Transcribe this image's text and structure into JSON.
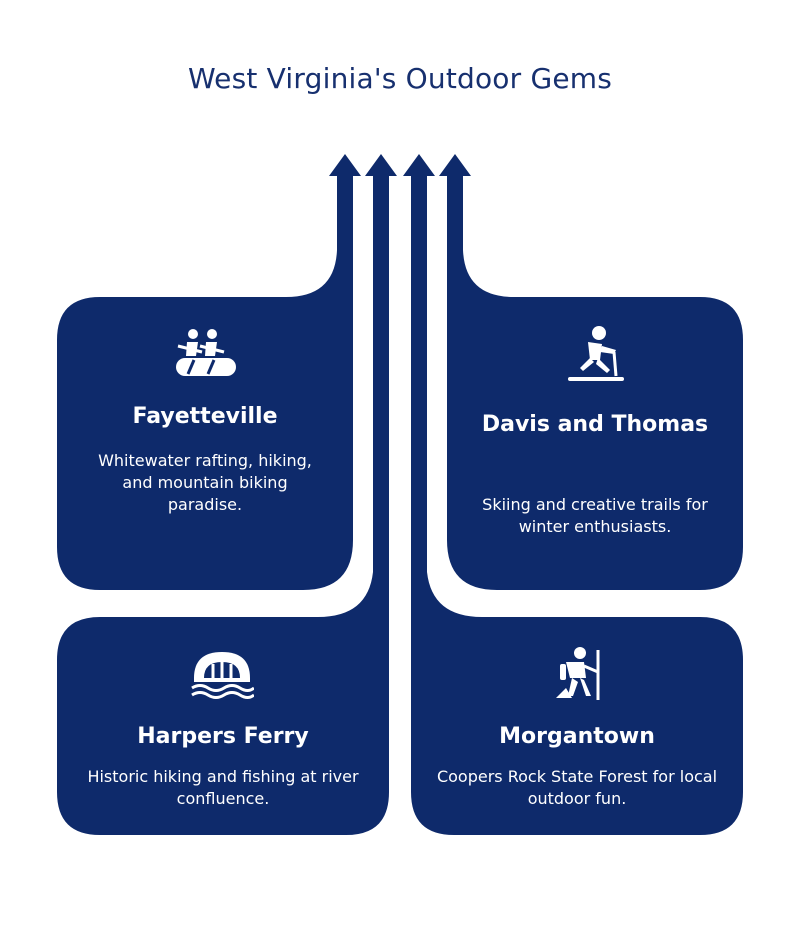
{
  "title": "West Virginia's Outdoor Gems",
  "colors": {
    "card": "#0e2a6b",
    "title": "#17306f",
    "text": "#ffffff",
    "background": "#ffffff"
  },
  "cards": [
    {
      "name": "Fayetteville",
      "description": "Whitewater rafting, hiking, and mountain biking paradise.",
      "icon": "rafting-icon"
    },
    {
      "name": "Davis and Thomas",
      "description": "Skiing and creative trails for winter enthusiasts.",
      "icon": "skiing-icon"
    },
    {
      "name": "Harpers Ferry",
      "description": "Historic hiking and fishing at river confluence.",
      "icon": "bridge-icon"
    },
    {
      "name": "Morgantown",
      "description": "Coopers Rock State Forest for local outdoor fun.",
      "icon": "hiker-icon"
    }
  ]
}
